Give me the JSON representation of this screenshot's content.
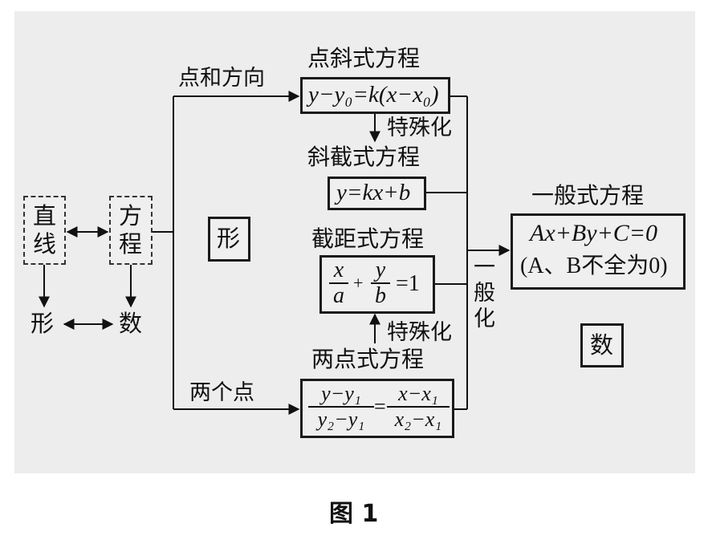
{
  "left": {
    "line_box": "直\n线",
    "equation_box": "方\n程",
    "shape": "形",
    "number": "数"
  },
  "labels": {
    "point_direction": "点和方向",
    "two_points": "两个点",
    "shape_box": "形",
    "number_box": "数",
    "specialize_top": "特殊化",
    "specialize_bottom": "特殊化",
    "generalize": "一\n般\n化"
  },
  "forms": {
    "point_slope": {
      "title": "点斜式方程",
      "formula": "y−y₀=k(x−x₀)"
    },
    "slope_intercept": {
      "title": "斜截式方程",
      "formula": "y=kx+b"
    },
    "intercept": {
      "title": "截距式方程",
      "x": "x",
      "a": "a",
      "plus": "+",
      "y": "y",
      "b": "b",
      "rhs": "=1"
    },
    "two_point": {
      "title": "两点式方程",
      "num1": "y−y₁",
      "den1": "y₂−y₁",
      "eq": "=",
      "num2": "x−x₁",
      "den2": "x₂−x₁"
    },
    "general": {
      "title": "一般式方程",
      "formula": "Ax+By+C=0",
      "condition": "(A、B不全为0)"
    }
  },
  "caption": "图 1"
}
